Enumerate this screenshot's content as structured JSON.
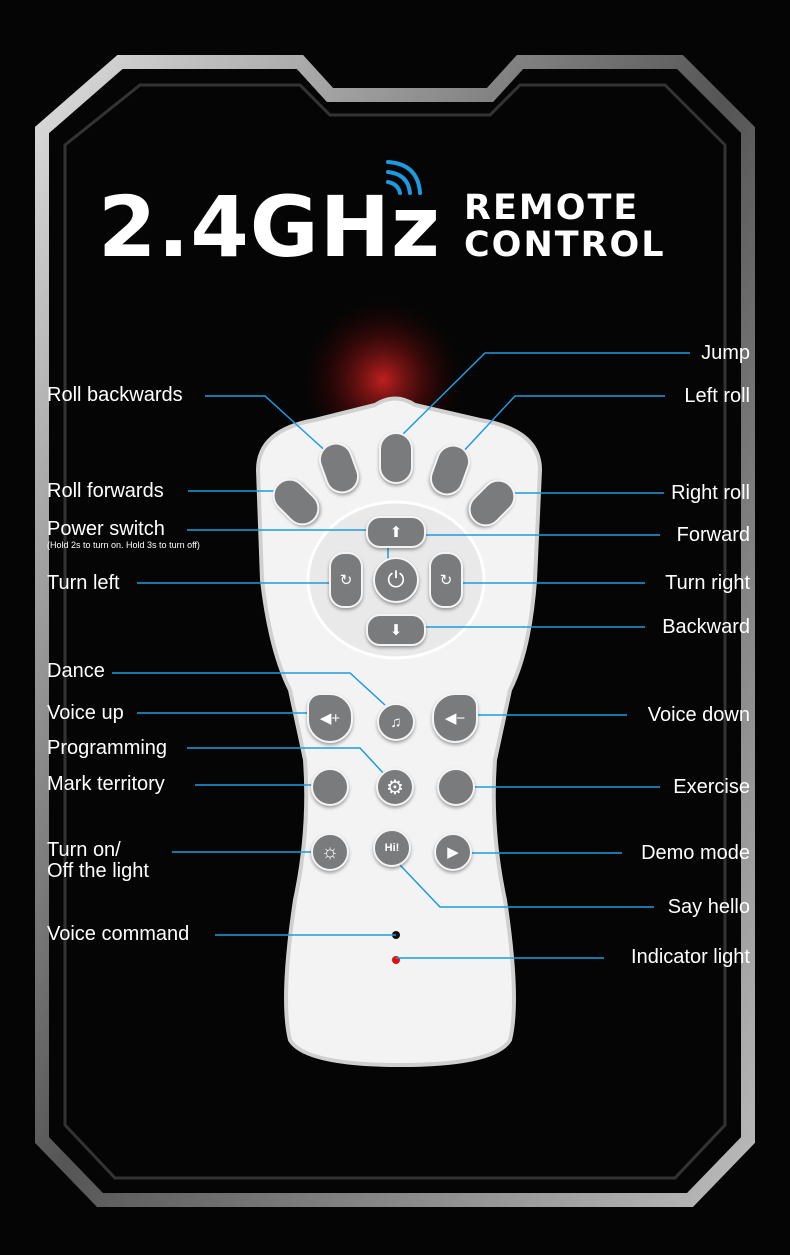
{
  "title": {
    "big": "2.4GHz",
    "line1": "REMOTE",
    "line2": "CONTROL"
  },
  "colors": {
    "accent": "#1e9be0",
    "button": "#7a7b7d",
    "led": "#e01010"
  },
  "labels_left": {
    "roll_backwards": "Roll backwards",
    "roll_forwards": "Roll forwards",
    "power_switch": "Power switch",
    "power_note": "(Hold 2s to turn on. Hold 3s to turn off)",
    "turn_left": "Turn left",
    "dance": "Dance",
    "voice_up": "Voice up",
    "programming": "Programming",
    "mark_territory": "Mark territory",
    "light_1": "Turn on/",
    "light_2": "Off the light",
    "voice_command": "Voice command"
  },
  "labels_right": {
    "jump": "Jump",
    "left_roll": "Left roll",
    "right_roll": "Right roll",
    "forward": "Forward",
    "turn_right": "Turn right",
    "backward": "Backward",
    "voice_down": "Voice down",
    "exercise": "Exercise",
    "demo_mode": "Demo mode",
    "say_hello": "Say hello",
    "indicator_light": "Indicator light"
  },
  "button_glyphs": {
    "hello": "Hi!",
    "power": "⏻",
    "forward": "⬆",
    "backward": "⬇",
    "voice_up": "◀+",
    "voice_down": "◀−",
    "play": "▶",
    "settings": "⚙",
    "light": "☼",
    "dance": "♫",
    "rotate": "↻"
  }
}
